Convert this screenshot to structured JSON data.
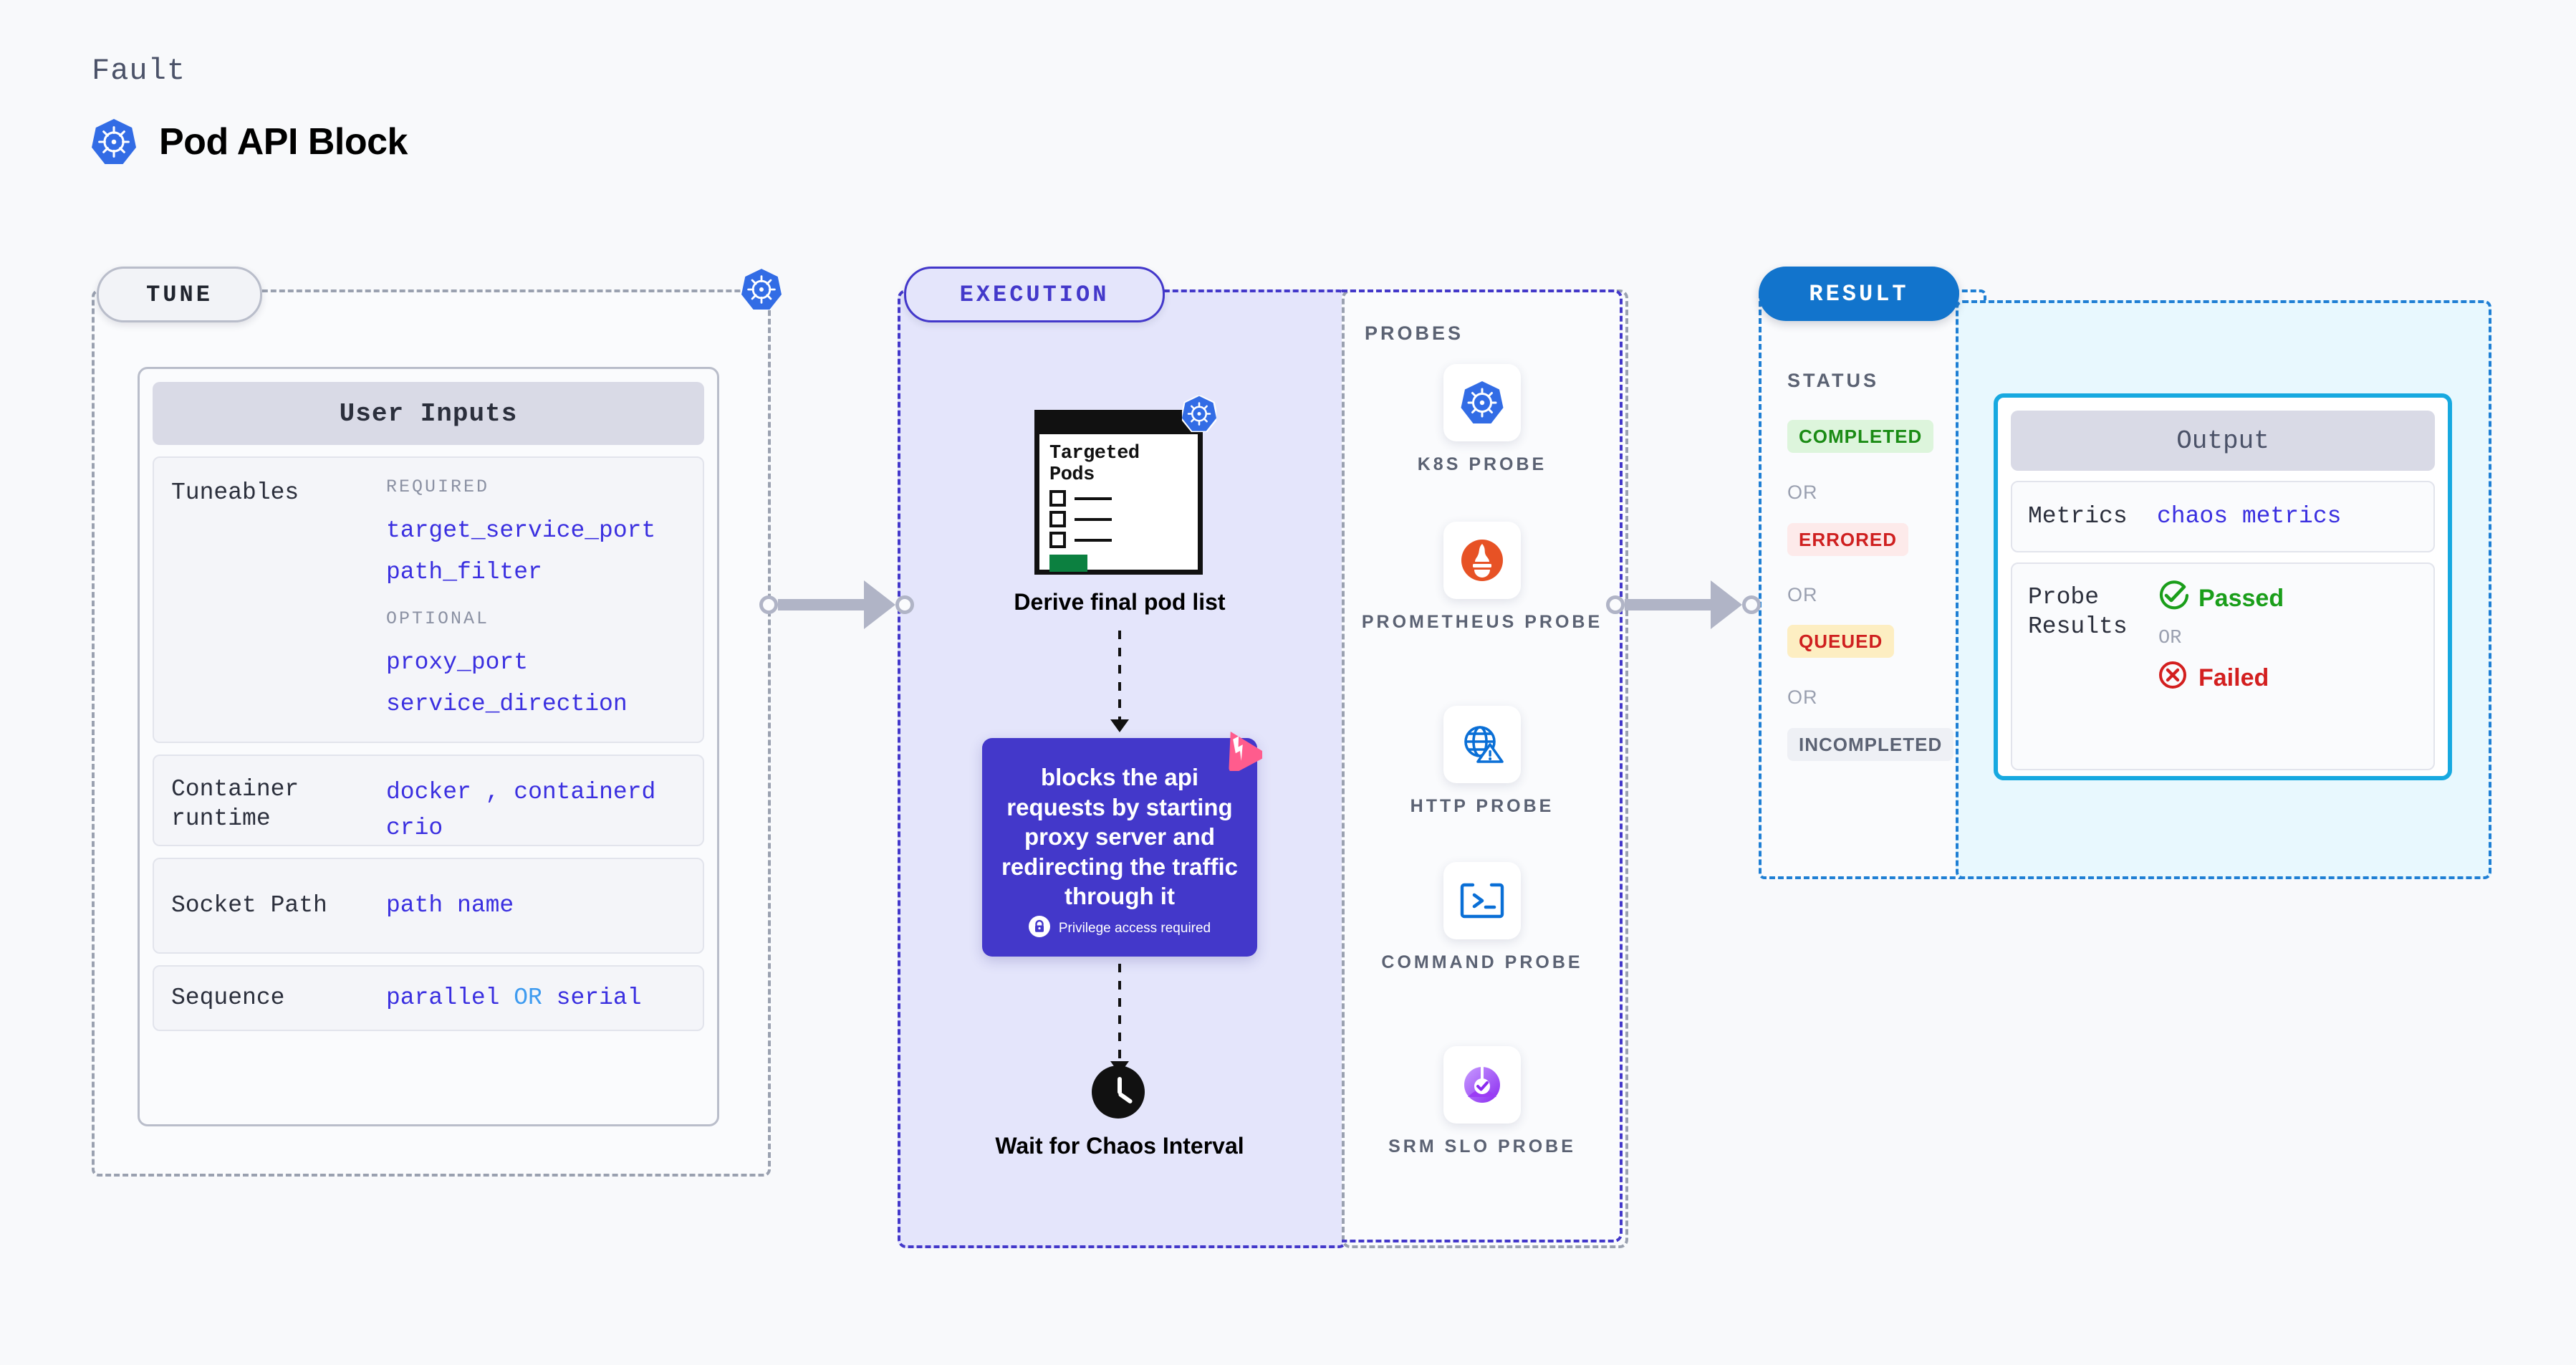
{
  "header": {
    "eyebrow": "Fault",
    "title": "Pod API Block",
    "icon": "kubernetes-icon"
  },
  "stages": {
    "tune": {
      "pill": "TUNE",
      "border_color": "#9aa1b0",
      "badge_icon": "kubernetes-icon"
    },
    "execution": {
      "pill": "EXECUTION",
      "border_color": "#4338ca",
      "background": "#e4e5fb"
    },
    "result": {
      "pill": "RESULT",
      "background": "#1274cc",
      "border_color": "#1f7fd4"
    }
  },
  "tune": {
    "card_title": "User Inputs",
    "rows": [
      {
        "label": "Tuneables",
        "groups": [
          {
            "kicker": "REQUIRED",
            "values": [
              "target_service_port",
              "path_filter"
            ]
          },
          {
            "kicker": "OPTIONAL",
            "values": [
              "proxy_port",
              "service_direction"
            ]
          }
        ]
      },
      {
        "label": "Container runtime",
        "line1_a": "docker",
        "line1_sep": ",",
        "line1_b": "containerd",
        "line2": "crio"
      },
      {
        "label": "Socket Path",
        "value": "path name"
      },
      {
        "label": "Sequence",
        "value_a": "parallel",
        "value_or": "OR",
        "value_b": "serial"
      }
    ]
  },
  "execution": {
    "pods_card": {
      "title": "Targeted Pods",
      "icon": "kubernetes-icon",
      "rows": 3
    },
    "derive_label": "Derive final pod list",
    "action": {
      "text": "blocks the api requests by starting proxy server and redirecting the traffic through it",
      "privilege_note": "Privilege access required",
      "privilege_icon": "lock-icon",
      "corner_badge_icon": "litmus-chaos-icon",
      "background": "#4338ca"
    },
    "wait": {
      "icon": "clock-icon",
      "label": "Wait for Chaos Interval"
    }
  },
  "probes": {
    "title": "PROBES",
    "items": [
      {
        "name": "K8S PROBE",
        "icon": "kubernetes-icon"
      },
      {
        "name": "PROMETHEUS PROBE",
        "icon": "prometheus-icon"
      },
      {
        "name": "HTTP PROBE",
        "icon": "http-globe-warning-icon"
      },
      {
        "name": "COMMAND PROBE",
        "icon": "terminal-icon"
      },
      {
        "name": "SRM SLO PROBE",
        "icon": "srm-slo-donut-check-icon"
      }
    ]
  },
  "result": {
    "status_title": "STATUS",
    "or_label": "OR",
    "badges": [
      {
        "label": "COMPLETED",
        "bg": "#ddf5dc",
        "fg": "#1a8b14"
      },
      {
        "label": "ERRORED",
        "bg": "#fdeaea",
        "fg": "#cf2020"
      },
      {
        "label": "QUEUED",
        "bg": "#fdeec2",
        "fg": "#cf2020"
      },
      {
        "label": "INCOMPLETED",
        "bg": "#eef0f5",
        "fg": "#5b6273"
      }
    ]
  },
  "output": {
    "card_title": "Output",
    "metrics": {
      "label": "Metrics",
      "value": "chaos metrics"
    },
    "probe_results": {
      "label": "Probe Results",
      "passed": "Passed",
      "or_label": "OR",
      "failed": "Failed",
      "passed_icon": "check-circle-icon",
      "failed_icon": "x-circle-icon"
    }
  }
}
